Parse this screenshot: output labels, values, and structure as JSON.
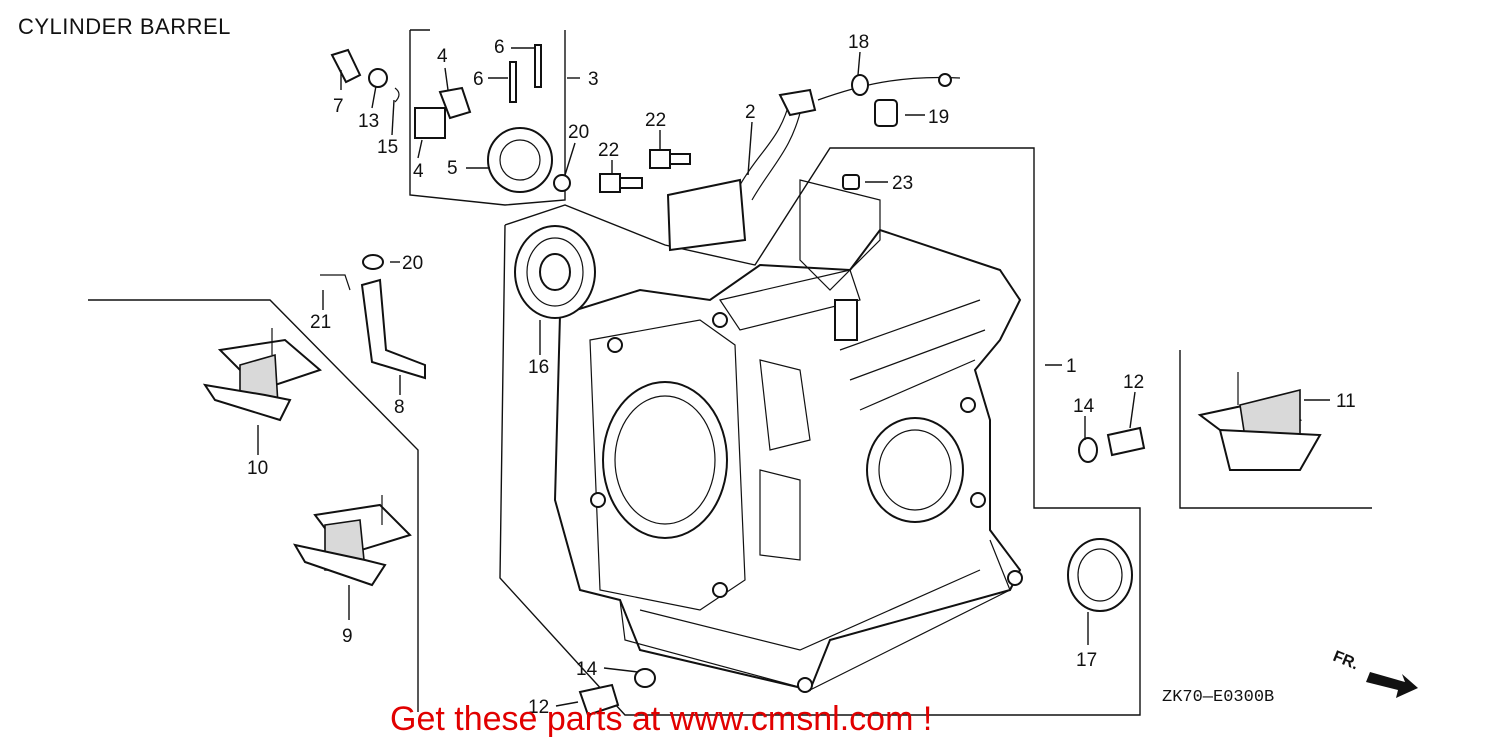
{
  "title": "CYLINDER BARREL",
  "diagram_code": "ZK70—E0300B",
  "promo_text": "Get these parts at www.cmsnl.com !",
  "direction_label": "FR.",
  "callouts": {
    "c1": "1",
    "c2": "2",
    "c3": "3",
    "c4a": "4",
    "c4b": "4",
    "c5": "5",
    "c6a": "6",
    "c6b": "6",
    "c7": "7",
    "c8": "8",
    "c9": "9",
    "c10": "10",
    "c11": "11",
    "c12a": "12",
    "c12b": "12",
    "c13": "13",
    "c14a": "14",
    "c14b": "14",
    "c15": "15",
    "c16": "16",
    "c17": "17",
    "c18": "18",
    "c19": "19",
    "c20a": "20",
    "c20b": "20",
    "c21": "21",
    "c22a": "22",
    "c22b": "22",
    "c23": "23"
  }
}
